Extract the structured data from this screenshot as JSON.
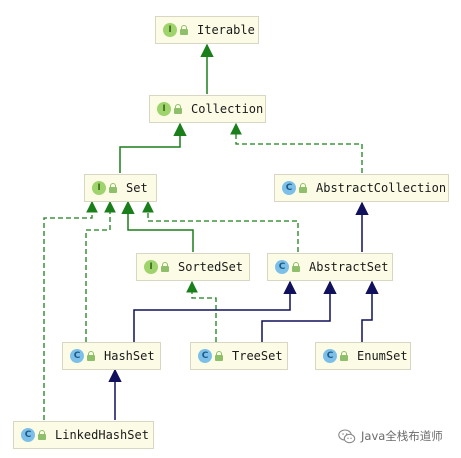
{
  "nodes": {
    "iterable": {
      "badge": "I",
      "label": "Iterable"
    },
    "collection": {
      "badge": "I",
      "label": "Collection"
    },
    "set": {
      "badge": "I",
      "label": "Set"
    },
    "abstract_collection": {
      "badge": "C",
      "label": "AbstractCollection"
    },
    "sorted_set": {
      "badge": "I",
      "label": "SortedSet"
    },
    "abstract_set": {
      "badge": "C",
      "label": "AbstractSet"
    },
    "hash_set": {
      "badge": "C",
      "label": "HashSet"
    },
    "tree_set": {
      "badge": "C",
      "label": "TreeSet"
    },
    "enum_set": {
      "badge": "C",
      "label": "EnumSet"
    },
    "linked_hash_set": {
      "badge": "C",
      "label": "LinkedHashSet"
    }
  },
  "colors": {
    "interface_extends": "#1a7f1a",
    "class_extends": "#10105c",
    "implements": "#1a7f1a"
  },
  "watermark": {
    "icon": "wechat-icon",
    "text": "Java全栈布道师"
  }
}
